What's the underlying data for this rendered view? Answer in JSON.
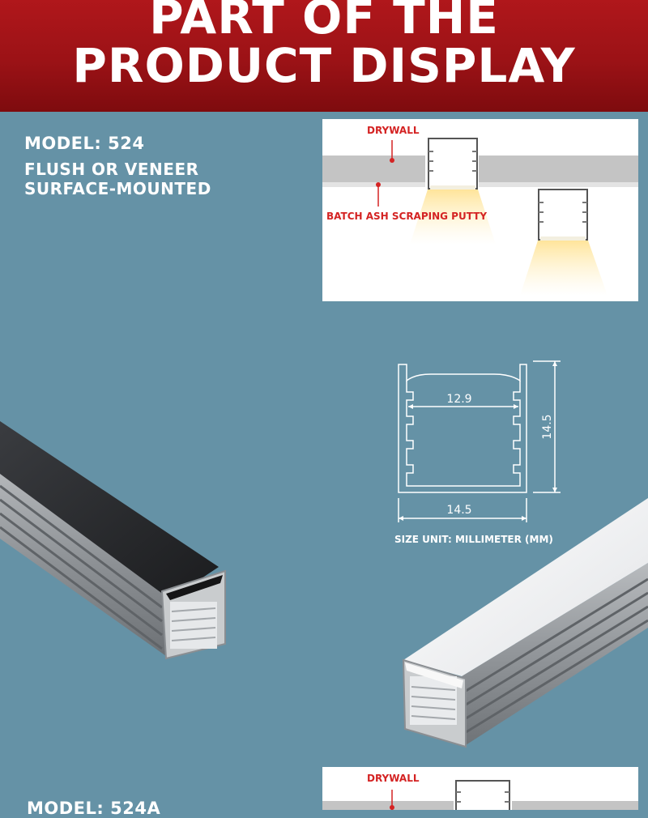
{
  "banner": {
    "line1": "PART OF THE",
    "line2": "PRODUCT DISPLAY"
  },
  "model_524": {
    "title": "MODEL: 524",
    "desc_line1": "FLUSH OR VENEER",
    "desc_line2": "SURFACE-MOUNTED"
  },
  "install_panel": {
    "drywall_label": "DRYWALL",
    "putty_label": "BATCH ASH SCRAPING PUTTY"
  },
  "dimension_drawing": {
    "inner_width": "12.9",
    "outer_width": "14.5",
    "height": "14.5",
    "size_unit_note": "SIZE UNIT: MILLIMETER (MM)"
  },
  "model_524a": {
    "title": "MODEL: 524A"
  },
  "install_panel_2": {
    "drywall_label": "DRYWALL"
  },
  "colors": {
    "background": "#6592a6",
    "banner_red": "#9b1216",
    "label_red": "#d42323"
  }
}
